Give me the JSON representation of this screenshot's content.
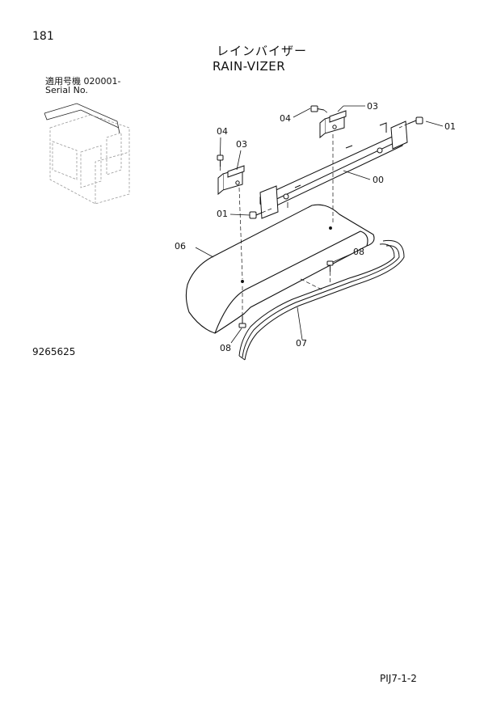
{
  "page": {
    "number": "181",
    "title_jp": "レインバイザー",
    "title_en": "RAIN-VIZER",
    "serial_label_jp": "適用号機  020001-",
    "serial_label_en": "Serial No.",
    "drawing_number": "9265625",
    "sheet_code": "PIJ7-1-2"
  },
  "callouts": {
    "c00": "00",
    "c01_right": "01",
    "c01_left": "01",
    "c03_top": "03",
    "c03_left": "03",
    "c04_top": "04",
    "c04_left": "04",
    "c06": "06",
    "c07": "07",
    "c08_upper": "08",
    "c08_lower": "08"
  }
}
